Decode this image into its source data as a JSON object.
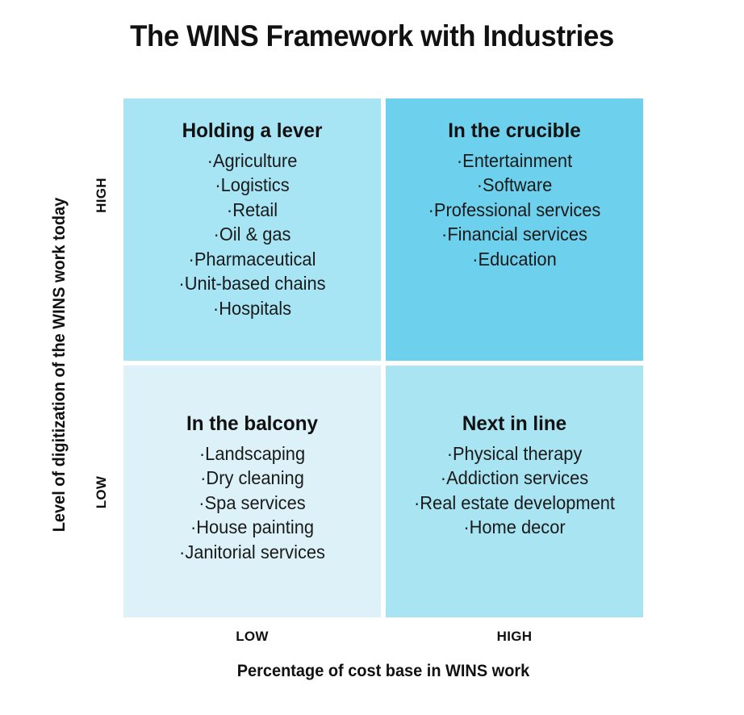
{
  "title": "The WINS Framework with Industries",
  "chart_data": {
    "type": "table",
    "title": "The WINS Framework with Industries",
    "xlabel": "Percentage of cost base in WINS work",
    "ylabel": "Level of digitization of the WINS work today",
    "x_ticks": [
      "LOW",
      "HIGH"
    ],
    "y_ticks": [
      "HIGH",
      "LOW"
    ],
    "grid": false,
    "legend": "none",
    "quadrants": [
      {
        "id": "holding-a-lever",
        "heading": "Holding a lever",
        "x": "LOW",
        "y": "HIGH",
        "color": "#A7E5F5",
        "items": [
          "Agriculture",
          "Logistics",
          "Retail",
          "Oil & gas",
          "Pharmaceutical",
          "Unit-based chains",
          "Hospitals"
        ]
      },
      {
        "id": "in-the-crucible",
        "heading": "In the crucible",
        "x": "HIGH",
        "y": "HIGH",
        "color": "#6DD0EC",
        "items": [
          "Entertainment",
          "Software",
          "Professional services",
          "Financial services",
          "Education"
        ]
      },
      {
        "id": "in-the-balcony",
        "heading": "In the balcony",
        "x": "LOW",
        "y": "LOW",
        "color": "#DCF2F8",
        "items": [
          "Landscaping",
          "Dry cleaning",
          "Spa services",
          "House painting",
          "Janitorial services"
        ]
      },
      {
        "id": "next-in-line",
        "heading": "Next in line",
        "x": "HIGH",
        "y": "LOW",
        "color": "#A9E4F3",
        "items": [
          "Physical therapy",
          "Addiction services",
          "Real estate development",
          "Home decor"
        ]
      }
    ]
  },
  "bullet": "·"
}
